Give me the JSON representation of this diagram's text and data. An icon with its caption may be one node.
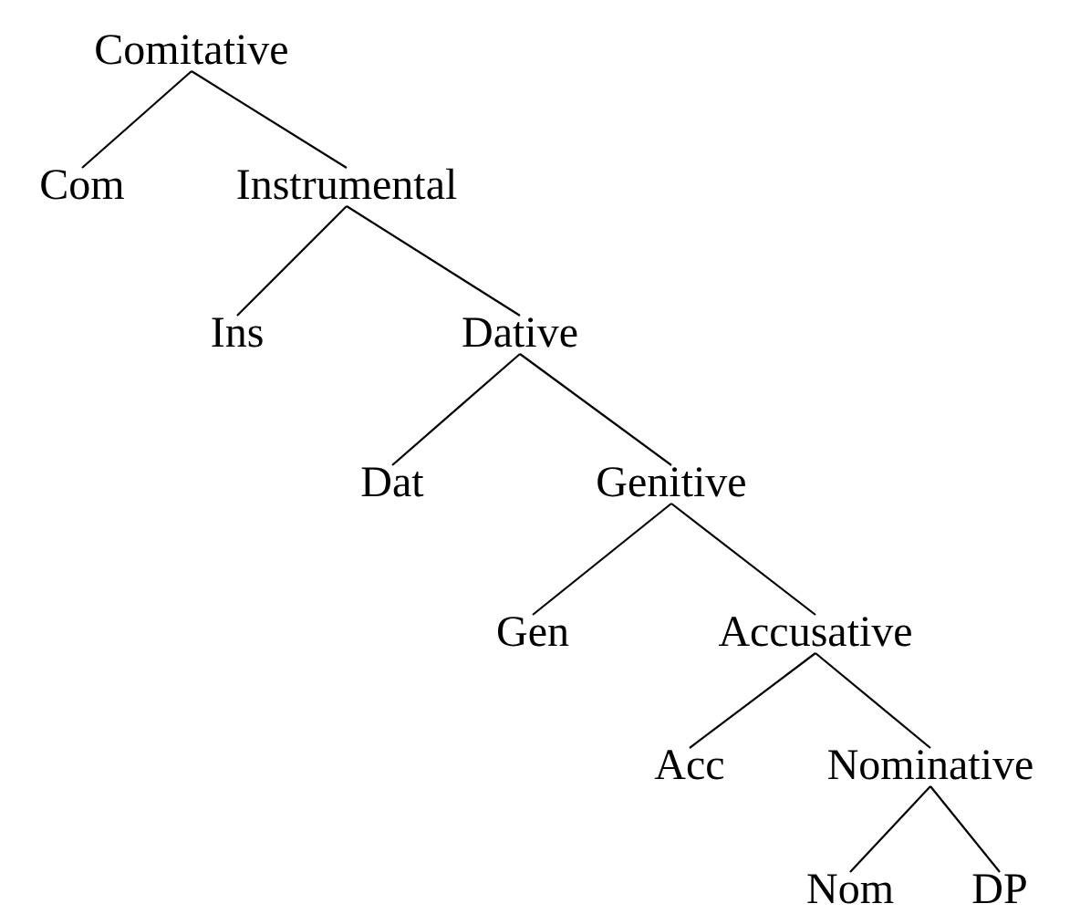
{
  "diagram": {
    "nodes": [
      {
        "text": [
          "Comitative"
        ]
      },
      {
        "text": [
          "Com"
        ]
      },
      {
        "text": [
          "Instrumental"
        ]
      },
      {
        "text": [
          "Ins"
        ]
      },
      {
        "text": [
          "Dative"
        ]
      },
      {
        "text": [
          "Dat"
        ]
      },
      {
        "text": [
          "Genitive"
        ]
      },
      {
        "text": [
          "Gen"
        ]
      },
      {
        "text": [
          "Accusative"
        ]
      },
      {
        "text": [
          "Acc"
        ]
      },
      {
        "text": [
          "Nominative"
        ]
      },
      {
        "text": [
          "Nom"
        ]
      },
      {
        "text": [
          "DP"
        ]
      }
    ],
    "edges": [
      {
        "from": 0,
        "to": 1,
        "arrow": "none"
      },
      {
        "from": 0,
        "to": 2,
        "arrow": "none"
      },
      {
        "from": 2,
        "to": 3,
        "arrow": "none"
      },
      {
        "from": 2,
        "to": 4,
        "arrow": "none"
      },
      {
        "from": 4,
        "to": 5,
        "arrow": "none"
      },
      {
        "from": 4,
        "to": 6,
        "arrow": "none"
      },
      {
        "from": 6,
        "to": 7,
        "arrow": "none"
      },
      {
        "from": 6,
        "to": 8,
        "arrow": "none"
      },
      {
        "from": 8,
        "to": 9,
        "arrow": "none"
      },
      {
        "from": 8,
        "to": 10,
        "arrow": "none"
      },
      {
        "from": 10,
        "to": 11,
        "arrow": "none"
      },
      {
        "from": 10,
        "to": 12,
        "arrow": "none"
      }
    ]
  }
}
